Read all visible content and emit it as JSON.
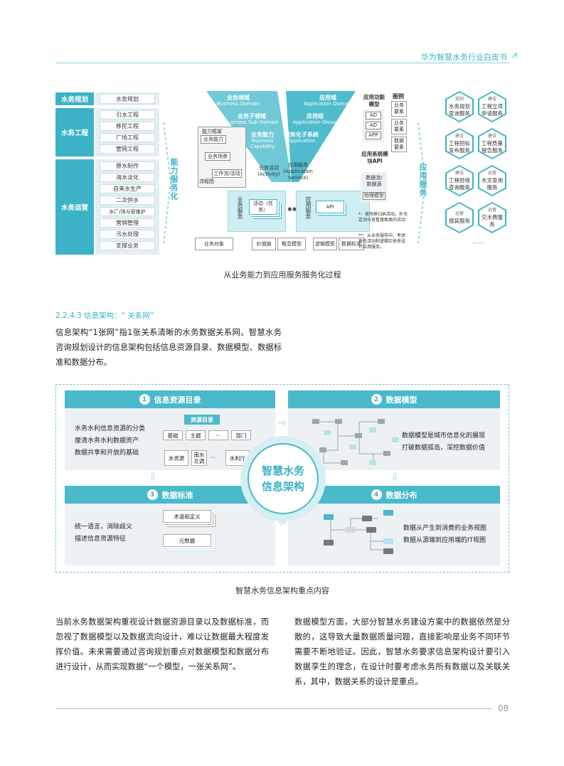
{
  "header": {
    "title": "华为智慧水务行业白皮书",
    "logo_glyph": "⩘"
  },
  "fig1": {
    "left": {
      "groups": [
        {
          "cat": "水务规划",
          "items": [
            "水务规划"
          ]
        },
        {
          "cat": "水务工程",
          "items": [
            "引水工程",
            "移民工程",
            "厂场工程",
            "管网工程"
          ]
        },
        {
          "cat": "水务运营",
          "items": [
            "原水制作",
            "海水淡化",
            "自来水生产",
            "二次供水",
            "水厂/场与管锥护",
            "营销管理",
            "污水处理",
            "支撑业务"
          ]
        }
      ]
    },
    "capability_label": "能力服务化",
    "app_label": "应用服务",
    "mid": {
      "cap_frame": "能力框架",
      "biz_capability": "业务能力",
      "biz_scene": "业务场景",
      "workflow": "工作流/活动",
      "flowchart": "流程图",
      "biz_service": "业务服务",
      "activity_task": "活动（任务）",
      "app_service": "应用服务",
      "api": "API",
      "dots": "✱✱",
      "bottom": [
        "业务对象",
        "价值链",
        "概念模型",
        "逻辑模型",
        "数据标准"
      ]
    },
    "v": {
      "left1": "业务领域",
      "left1_en": "Business Domain",
      "left2": "业务子领域",
      "left2_en": "Business Sub-Domain",
      "left3": "业务能力",
      "left3_en": "Business Capability",
      "right1": "应用域",
      "right1_en": "Application Domain",
      "right2": "应用组",
      "right2_en": "Application Group",
      "right3": "服务化子系统",
      "right3_en": "Application",
      "act": "业务活动",
      "act_en": "(Activity)",
      "svc": "应用服务",
      "svc_en": "(Application Service)"
    },
    "app_func": {
      "title": "应用功能模型",
      "items": [
        "AD",
        "AD",
        "APP"
      ],
      "legend_title": "图例",
      "legend": [
        "业务要素",
        "业务要素",
        "数据要素"
      ],
      "sys_title": "应用系统模块API",
      "data_flow": "数据流/数据源",
      "phys_model": "物理模型",
      "notes": [
        "*：按场景归纳活动，补充定词与查看搜索类的活动",
        "**：从业务服务中，考虑角色活动和逻辑实体来设计应用服务。"
      ]
    },
    "hexes": [
      {
        "tag": "规划",
        "name": "水务规划查询服务"
      },
      {
        "tag": "建设",
        "name": "工程立项申请服务"
      },
      {
        "tag": "建设",
        "name": "工程招标发布服务"
      },
      {
        "tag": "建设",
        "name": "工程质量报告服务"
      },
      {
        "tag": "建设",
        "name": "工程验收查询服务"
      },
      {
        "tag": "运营",
        "name": "水文查询服务"
      },
      {
        "tag": "运营",
        "name": "报装服务"
      },
      {
        "tag": "运营",
        "name": "交水费服务"
      }
    ],
    "hex_more": "... ...",
    "caption": "从业务能力到应用服务服务化过程"
  },
  "section": {
    "heading": "2.2.4.3 信息架构：“ 关系网”"
  },
  "intro": "信息架构“1张网”指1张关系清晰的水务数据关系网。智慧水务咨询规划设计的信息架构包括信息资源目录、数据模型、数据标准和数据分布。",
  "fig2": {
    "center": [
      "智慧水务",
      "信息架构"
    ],
    "p1": {
      "num": "1",
      "title": "信息资源目录",
      "text": [
        "水务水利信息资源的分类",
        "厘清水务水利数据资产",
        "数据共享和开放的基础"
      ],
      "dir_title": "资源目录",
      "row1": [
        "基础",
        "主题",
        "···",
        "部门"
      ],
      "row2": [
        "水资源",
        "南水北调",
        "···",
        "水利厅"
      ]
    },
    "p2": {
      "num": "2",
      "title": "数据模型",
      "text": [
        "数据模型是城市信息化的展现",
        "打破数据孤岛，深挖数据价值"
      ]
    },
    "p3": {
      "num": "3",
      "title": "数据标准",
      "text": [
        "统一语言，消除歧义",
        "描述信息资源特征"
      ],
      "box1": "术语和定义",
      "box2": "元数据"
    },
    "p4": {
      "num": "4",
      "title": "数据分布",
      "text": [
        "数据从产生到消费的业务视图",
        "数据从源端到应用端的IT视图"
      ]
    },
    "caption": "智慧水务信息架构重点内容"
  },
  "body_left": "当前水务数据架构重视设计数据资源目录以及数据标准，而忽视了数据模型以及数据流向设计，难以让数据最大程度发挥价值。未来需要通过咨询规划重点对数据模型和数据分布进行设计，从而实现数据“一个模型，一张关系网”。",
  "body_right": "数据模型方面，大部分智慧水务建设方案中的数据依然是分散的，这导致大量数据质量问题，直接影响是业务不同环节需要不断地验证。因此，智慧水务要求信息架构设计要引入数据孪生的理念，在设计时要考虑水务所有数据以及关联关系，其中，数据关系的设计是重点。",
  "page_number": "08"
}
